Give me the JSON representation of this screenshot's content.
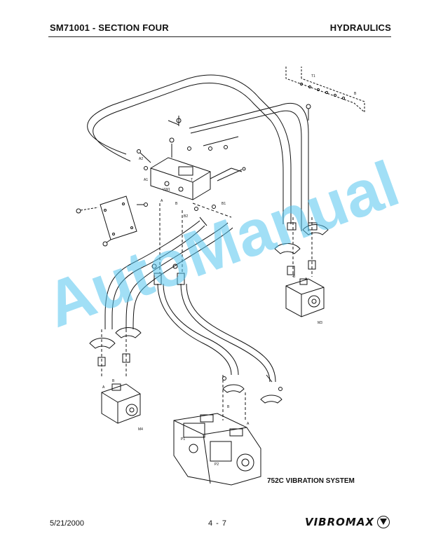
{
  "header": {
    "left": "SM71001 - SECTION FOUR",
    "right": "HYDRAULICS"
  },
  "diagram": {
    "caption": "752C VIBRATION SYSTEM",
    "labels": {
      "t1": "T1",
      "b_top": "B",
      "a2": "A2",
      "a1": "A1",
      "vw1": "VW1",
      "b1": "B1",
      "b2": "B2",
      "a_valve": "A",
      "b_valve": "B",
      "t_valve": "T",
      "m3": "M3",
      "m4": "M4",
      "a_m4": "A",
      "b_m4": "B",
      "a_m3": "A",
      "b_m3": "B",
      "p1": "P1",
      "p2": "P2",
      "a_pump": "A",
      "b_pump": "B"
    }
  },
  "watermark": "AutoManual",
  "footer": {
    "date": "5/21/2000",
    "page": "4 - 7",
    "brand": "VIBROMAX"
  }
}
